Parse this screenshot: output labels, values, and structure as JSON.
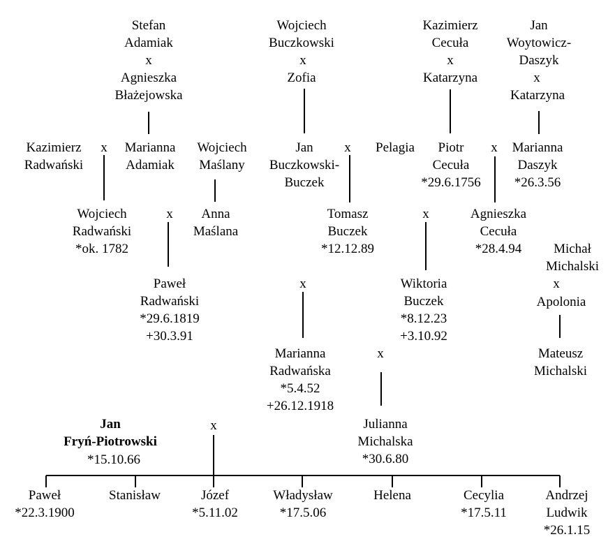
{
  "marriage_symbol": "x",
  "people": {
    "stefan_adamiak": "Stefan\nAdamiak",
    "agnieszka_blazejowska": "Agnieszka\nBłażejowska",
    "wojciech_buczkowski": "Wojciech\nBuczkowski",
    "zofia": "Zofia",
    "kazimierz_cecula": "Kazimierz\nCecuła",
    "katarzyna_1": "Katarzyna",
    "jan_woytowicz_daszyk": "Jan\nWoytowicz-\nDaszyk",
    "katarzyna_2": "Katarzyna",
    "kazimierz_radwanski": "Kazimierz\nRadwański",
    "marianna_adamiak": "Marianna\nAdamiak",
    "wojciech_maslany": "Wojciech\nMaślany",
    "jan_buczkowski_buczek": "Jan\nBuczkowski-\nBuczek",
    "pelagia": "Pelagia",
    "piotr_cecula": "Piotr\nCecuła\n*29.6.1756",
    "marianna_daszyk": "Marianna\nDaszyk\n*26.3.56",
    "wojciech_radwanski": "Wojciech\nRadwański\n*ok. 1782",
    "anna_maslana": "Anna\nMaślana",
    "tomasz_buczek": "Tomasz\nBuczek\n*12.12.89",
    "agnieszka_cecula": "Agnieszka\nCecuła\n*28.4.94",
    "michal_michalski": "Michał\nMichalski",
    "pawel_radwanski": "Paweł\nRadwański\n*29.6.1819\n+30.3.91",
    "wiktoria_buczek": "Wiktoria\nBuczek\n*8.12.23\n+3.10.92",
    "apolonia": "Apolonia",
    "mateusz_michalski": "Mateusz\nMichalski",
    "marianna_radwanska": "Marianna\nRadwańska\n*5.4.52\n+26.12.1918",
    "jan_fryn_piotrowski": "Jan\nFryń-Piotrowski",
    "jan_fryn_birth": "*15.10.66",
    "julianna_michalska": "Julianna\nMichalska\n*30.6.80",
    "child_pawel": "Paweł\n*22.3.1900",
    "child_stanislaw": "Stanisław",
    "child_jozef": "Józef\n*5.11.02",
    "child_wladyslaw": "Władysław\n*17.5.06",
    "child_helena": "Helena",
    "child_cecylia": "Cecylia\n*17.5.11",
    "child_andrzej": "Andrzej\nLudwik\n*26.1.15"
  }
}
